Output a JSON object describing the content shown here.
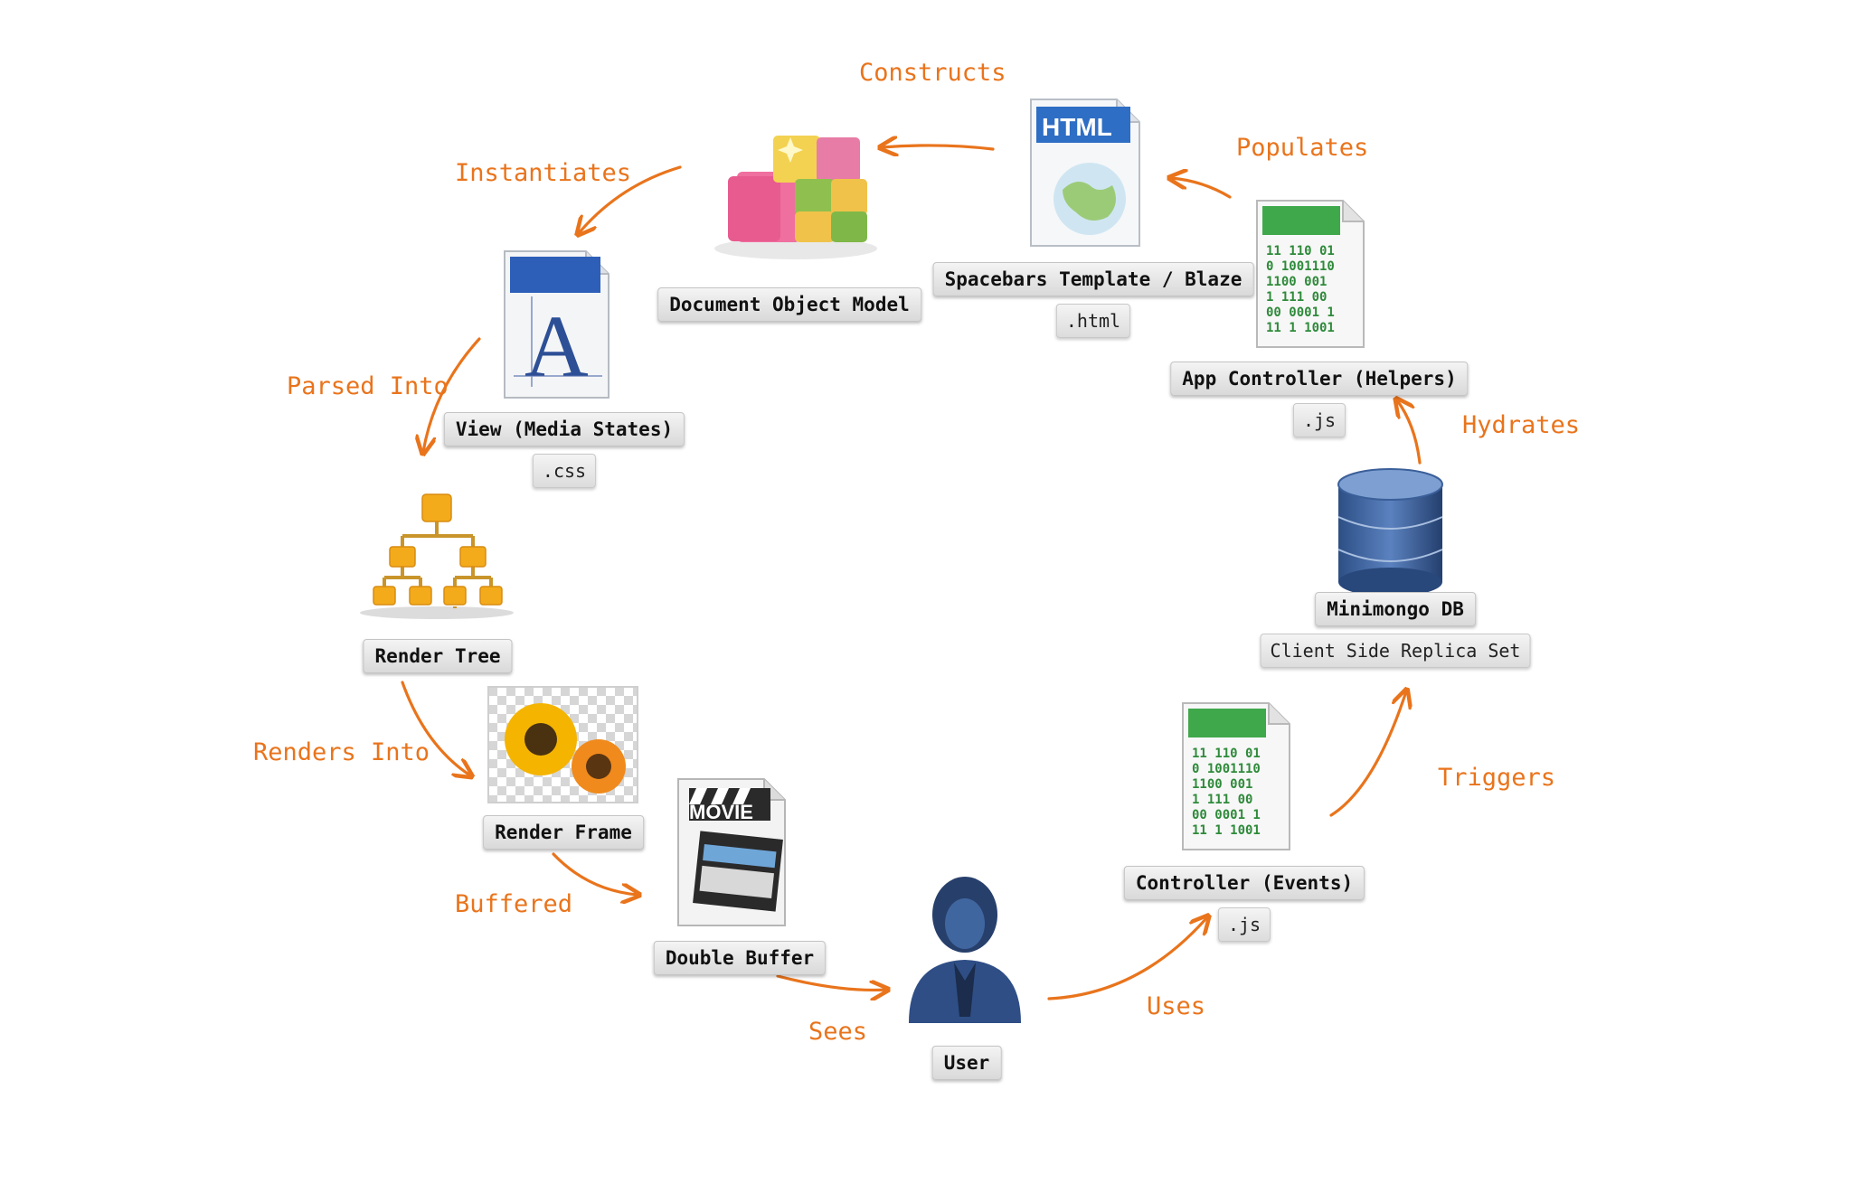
{
  "accent_color": "#e9741c",
  "nodes": {
    "dom": {
      "label": "Document Object Model",
      "icon": "colored-blocks-icon"
    },
    "template": {
      "label": "Spacebars Template / Blaze",
      "ext": ".html",
      "icon": "html-file-icon"
    },
    "app_controller": {
      "label": "App Controller (Helpers)",
      "ext": ".js",
      "icon": "binary-code-file-icon"
    },
    "view": {
      "label": "View (Media States)",
      "ext": ".css",
      "icon": "font-file-icon"
    },
    "minimongo": {
      "label": "Minimongo DB",
      "sub": "Client Side Replica Set",
      "icon": "database-icon"
    },
    "render_tree": {
      "label": "Render Tree",
      "icon": "tree-hierarchy-icon"
    },
    "render_frame": {
      "label": "Render Frame",
      "icon": "sunflower-image-icon"
    },
    "controller_events": {
      "label": "Controller (Events)",
      "ext": ".js",
      "icon": "binary-code-file-icon"
    },
    "double_buffer": {
      "label": "Double Buffer",
      "icon": "movie-clapper-file-icon"
    },
    "user": {
      "label": "User",
      "icon": "user-silhouette-icon"
    }
  },
  "edges": {
    "constructs": "Constructs",
    "populates": "Populates",
    "instantiates": "Instantiates",
    "parsed_into": "Parsed Into",
    "hydrates": "Hydrates",
    "renders_into": "Renders Into",
    "triggers": "Triggers",
    "buffered": "Buffered",
    "uses": "Uses",
    "sees": "Sees"
  }
}
